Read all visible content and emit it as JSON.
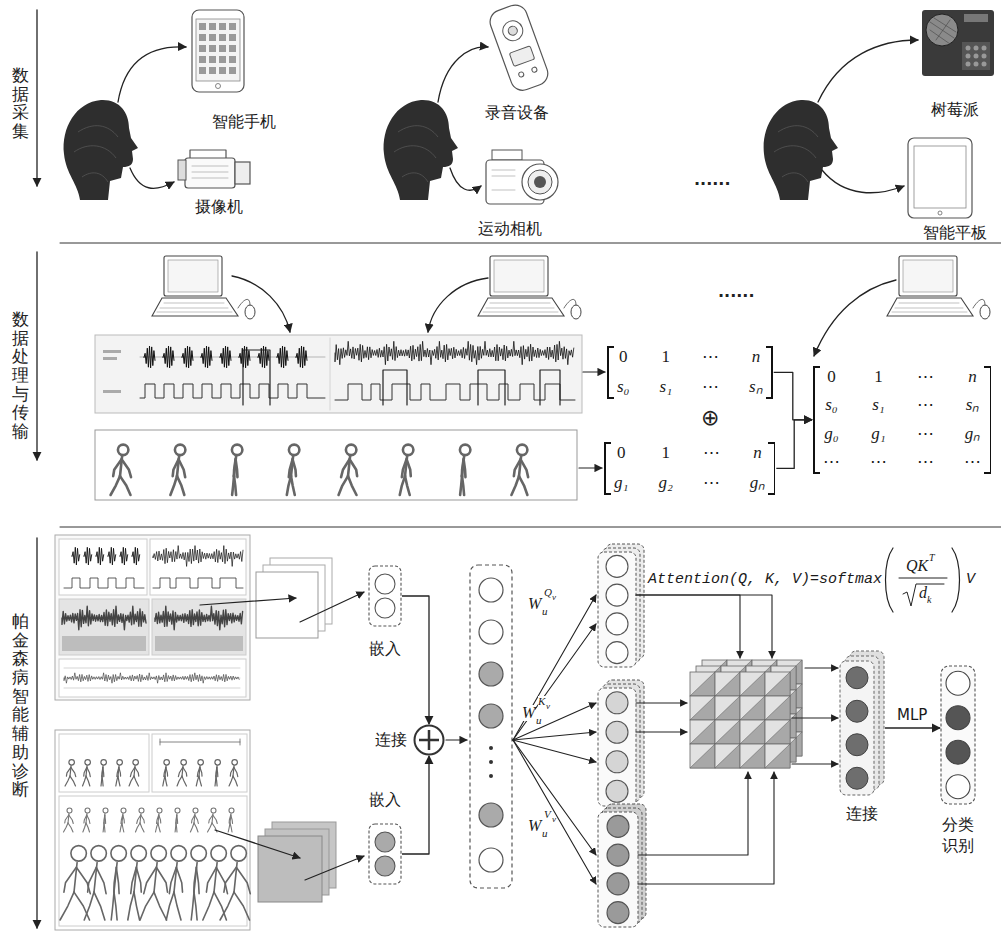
{
  "diagram": {
    "nodes": [
      {
        "text": [
          "智能手机"
        ]
      },
      {
        "text": [
          "摄像机"
        ]
      },
      {
        "text": [
          "录音设备"
        ]
      },
      {
        "text": [
          "运动相机"
        ]
      },
      {
        "text": [
          "树莓派"
        ]
      },
      {
        "text": [
          "智能平板"
        ]
      },
      {
        "text": [
          "0",
          "1",
          "⋯",
          "n",
          "s₀",
          "s₁",
          "⋯",
          "sₙ"
        ]
      },
      {
        "text": [
          "0",
          "1",
          "⋯",
          "n",
          "g₁",
          "g₂",
          "⋯",
          "gₙ"
        ]
      },
      {
        "text": [
          "0",
          "1",
          "⋯",
          "n",
          "s₀",
          "s₁",
          "⋯",
          "sₙ",
          "g₀",
          "g₁",
          "⋯",
          "gₙ",
          "⋯",
          "⋯",
          "⋯",
          "⋯"
        ]
      },
      {
        "text": [
          "嵌入"
        ]
      },
      {
        "text": [
          "嵌入"
        ]
      },
      {
        "text": [
          "连接"
        ]
      },
      {
        "text": [
          "连接"
        ]
      },
      {
        "text": [
          "分类 识别"
        ]
      }
    ],
    "edges": [
      {
        "from": 6,
        "to": 8,
        "arrow": "to"
      },
      {
        "from": 7,
        "to": 8,
        "arrow": "to"
      },
      {
        "from": 9,
        "to": 11,
        "arrow": "to"
      },
      {
        "from": 10,
        "to": 11,
        "arrow": "to"
      },
      {
        "from": 12,
        "to": 13,
        "arrow": "to",
        "label": "MLP"
      }
    ],
    "labels": [
      "数据采集",
      "......",
      "数据处理与传输",
      "......",
      "⊕",
      "帕金森病智能辅助诊断",
      "W",
      "u",
      "Q",
      "v",
      "W",
      "u",
      "K",
      "v",
      "W",
      "u",
      "V",
      "v",
      "Attention(Q, K, V)=softmax",
      "QK",
      "T",
      "d",
      "k",
      "V"
    ]
  }
}
